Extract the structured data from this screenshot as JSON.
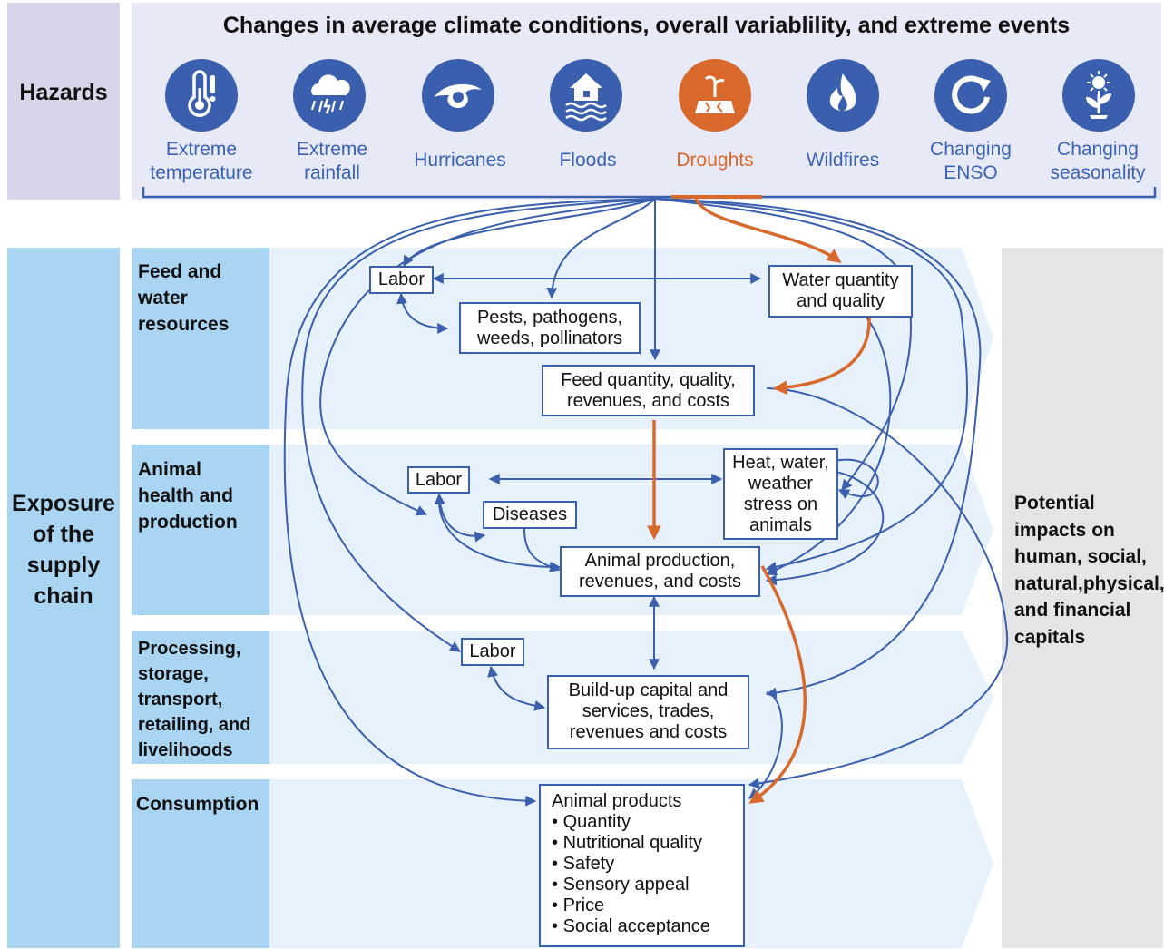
{
  "hazards_label": "Hazards",
  "hazards_title": "Changes in average climate conditions, overall variablility, and extreme events",
  "hazards": [
    {
      "line1": "Extreme",
      "line2": "temperature",
      "icon": "thermometer-icon"
    },
    {
      "line1": "Extreme",
      "line2": "rainfall",
      "icon": "rain-cloud-icon"
    },
    {
      "line1": "Hurricanes",
      "line2": "",
      "icon": "hurricane-icon"
    },
    {
      "line1": "Floods",
      "line2": "",
      "icon": "flooded-house-icon"
    },
    {
      "line1": "Droughts",
      "line2": "",
      "icon": "drought-icon"
    },
    {
      "line1": "Wildfires",
      "line2": "",
      "icon": "flame-icon"
    },
    {
      "line1": "Changing",
      "line2": "ENSO",
      "icon": "cycle-icon"
    },
    {
      "line1": "Changing",
      "line2": "seasonality",
      "icon": "sun-plant-icon"
    }
  ],
  "exposure_label": [
    "Exposure",
    "of the",
    "supply",
    "chain"
  ],
  "stages": [
    {
      "lines": [
        "Feed and",
        "water",
        "resources"
      ]
    },
    {
      "lines": [
        "Animal",
        "health and",
        "production"
      ]
    },
    {
      "lines": [
        "Processing,",
        "storage,",
        "transport,",
        "retailing, and",
        "livelihoods"
      ]
    },
    {
      "lines": [
        "Consumption"
      ]
    }
  ],
  "impacts_label": [
    "Potential",
    "impacts on",
    "human, social,",
    "natural,physical,",
    "and financial",
    "capitals"
  ],
  "nodes": {
    "labor_feed": "Labor",
    "water": [
      "Water quantity",
      "and quality"
    ],
    "pests": [
      "Pests, pathogens,",
      "weeds, pollinators"
    ],
    "feed": [
      "Feed quantity, quality,",
      "revenues, and costs"
    ],
    "labor_animal": "Labor",
    "heat": [
      "Heat, water,",
      "weather",
      "stress on",
      "animals"
    ],
    "diseases": "Diseases",
    "animal_prod": [
      "Animal production,",
      "revenues, and costs"
    ],
    "labor_processing": "Labor",
    "buildup": [
      "Build-up capital and",
      "services, trades,",
      "revenues and costs"
    ],
    "products_title": "Animal products",
    "products": [
      "Quantity",
      "Nutritional quality",
      "Safety",
      "Sensory appeal",
      "Price",
      "Social acceptance"
    ]
  },
  "colors": {
    "hazard_band": "#e7eaf6",
    "hazard_side": "#d7d5ea",
    "exposure": "#a9d4f2",
    "stage_band": "#e6f1fb",
    "impacts": "#e5e5e7",
    "arrow_blue": "#3a5fae",
    "arrow_drought": "#d9682b",
    "hazard_text": "#3a63b4"
  }
}
